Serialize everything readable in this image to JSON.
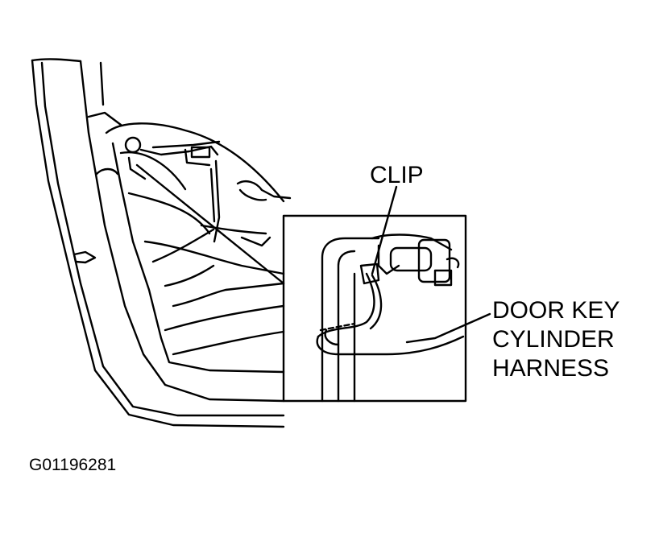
{
  "labels": {
    "clip": "CLIP",
    "harness_line1": "DOOR KEY",
    "harness_line2": "CYLINDER",
    "harness_line3": "HARNESS"
  },
  "figure_id": "G01196281",
  "colors": {
    "line": "#000000",
    "background": "#ffffff"
  }
}
